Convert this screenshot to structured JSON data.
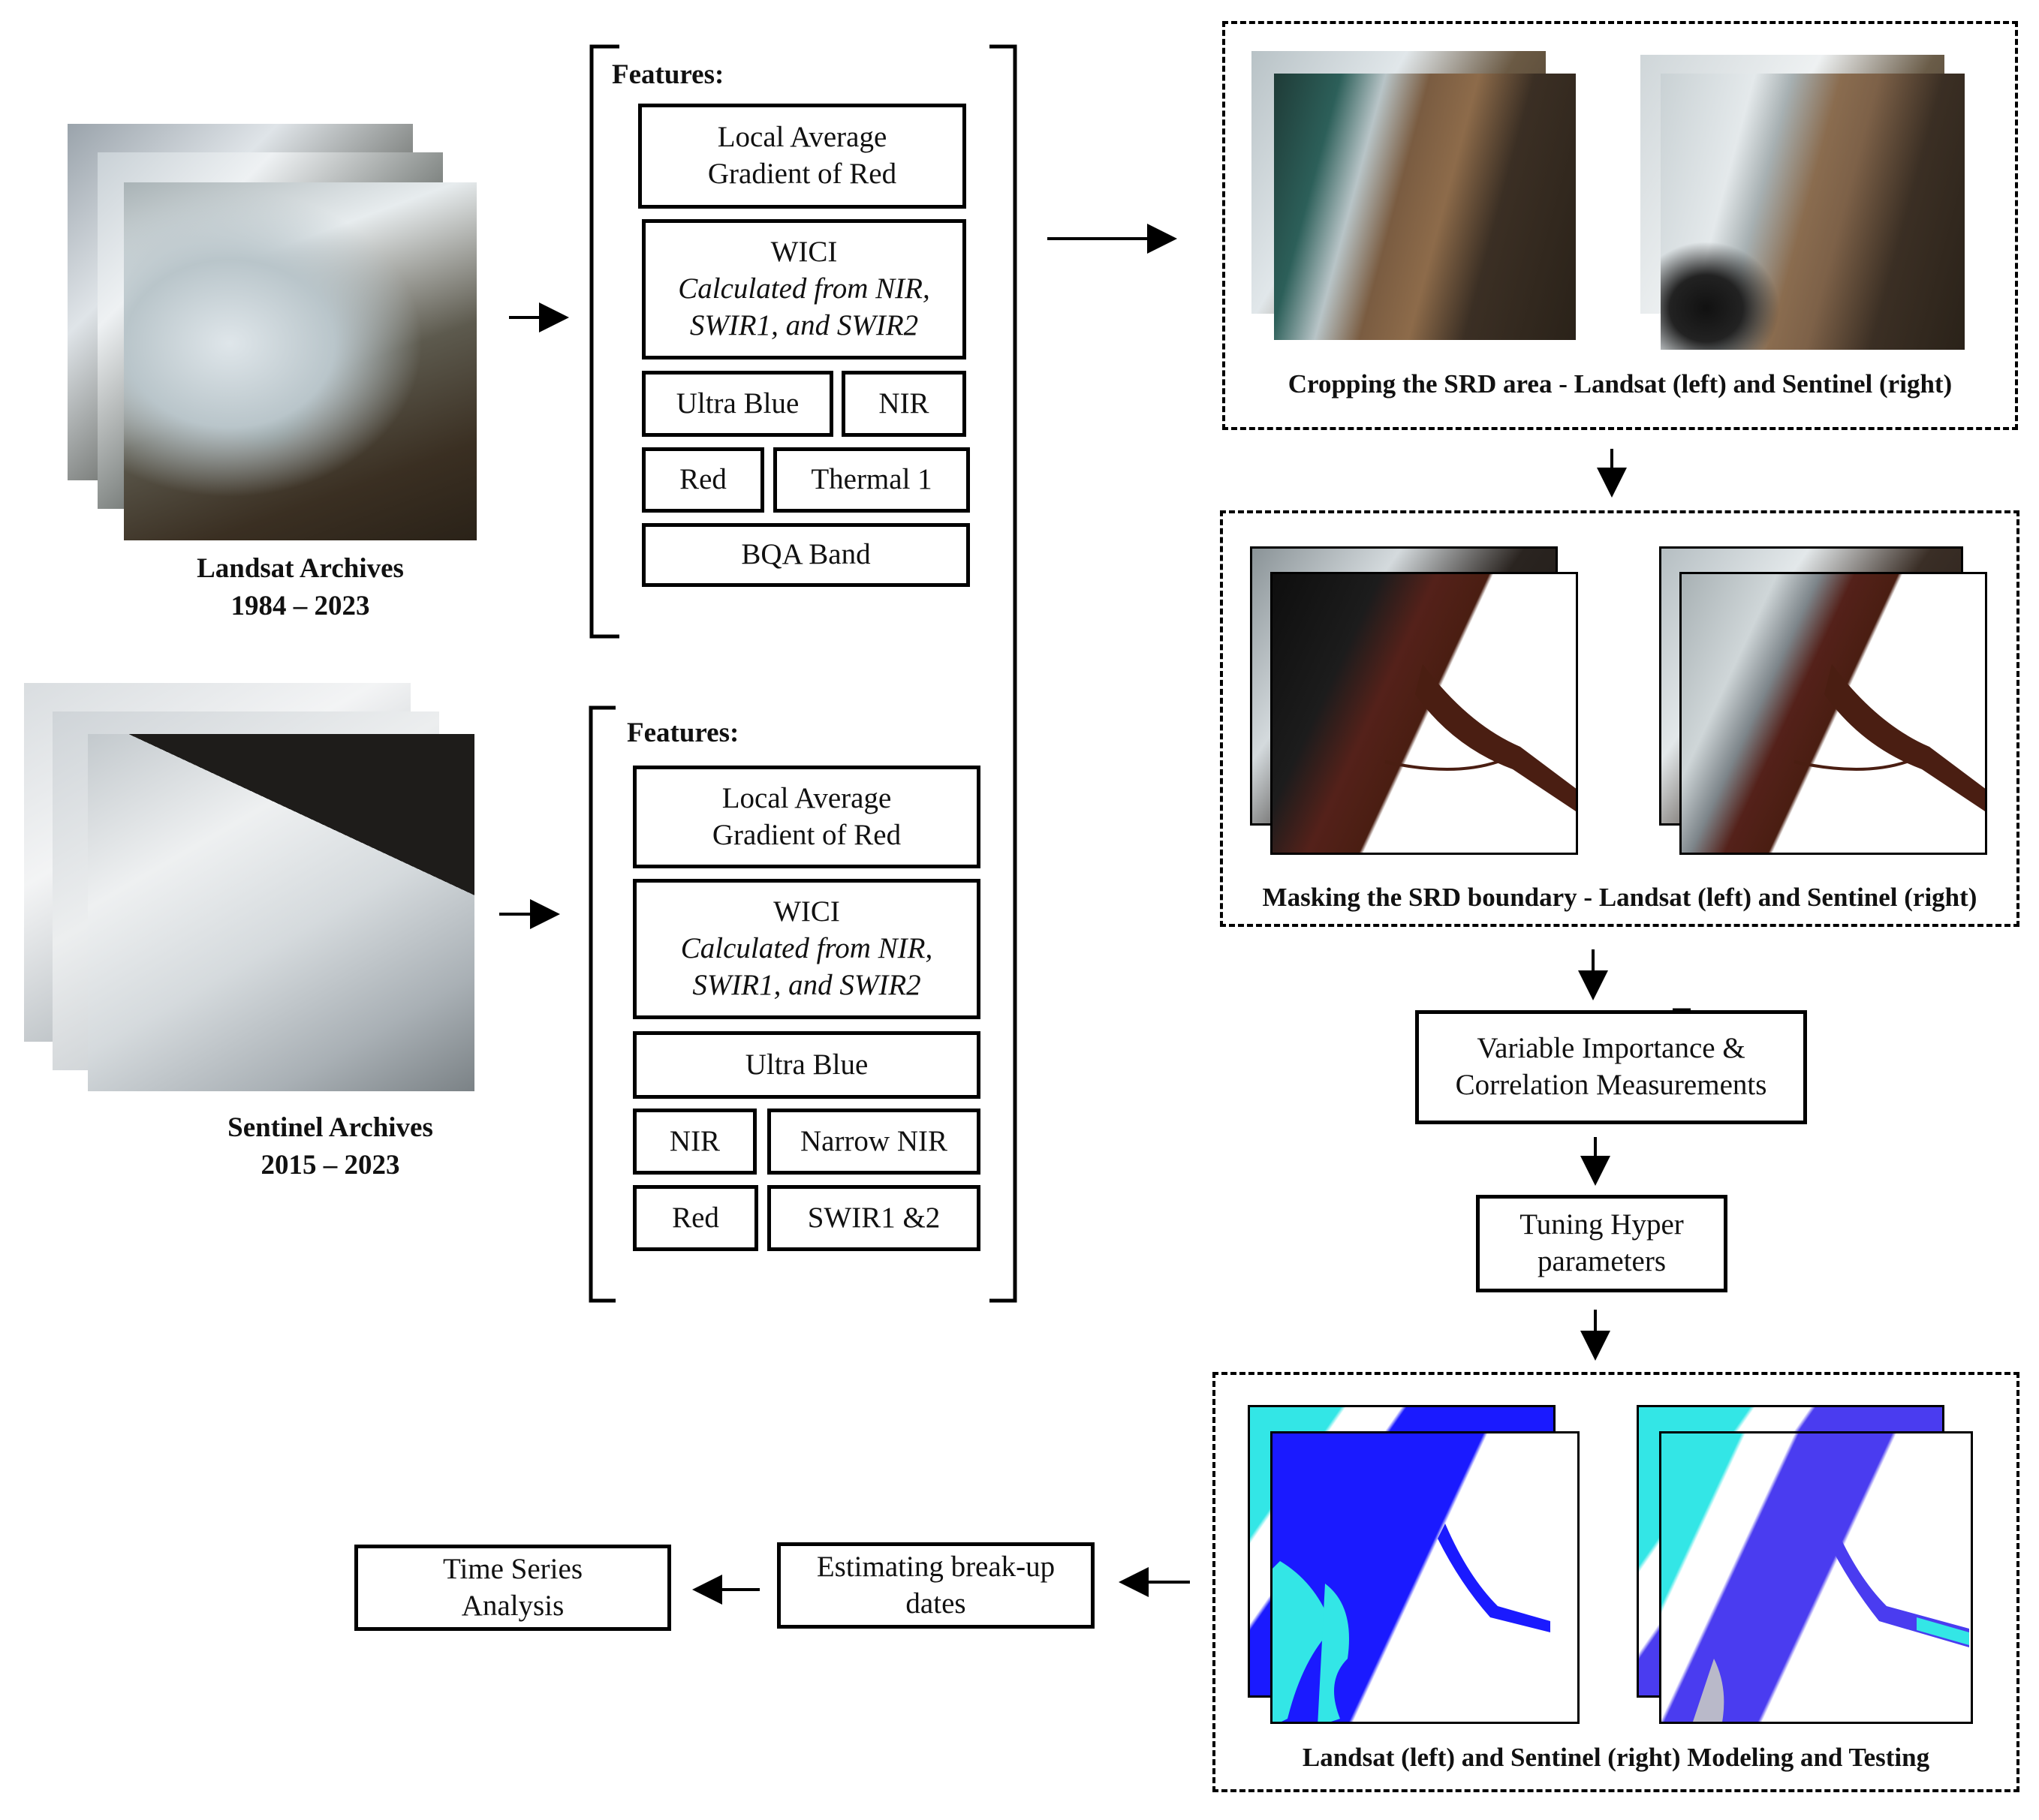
{
  "landsat_archive": {
    "title": "Landsat Archives",
    "years": "1984 – 2023"
  },
  "sentinel_archive": {
    "title": "Sentinel Archives",
    "years": "2015 – 2023"
  },
  "landsat_features": {
    "label": "Features:",
    "lag": "Local Average Gradient of Red",
    "wici_title": "WICI",
    "wici_desc": "Calculated from NIR, SWIR1, and SWIR2",
    "ultra_blue": "Ultra Blue",
    "nir": "NIR",
    "red": "Red",
    "thermal": "Thermal 1",
    "bqa": "BQA Band"
  },
  "sentinel_features": {
    "label": "Features:",
    "lag": "Local Average Gradient of Red",
    "wici_title": "WICI",
    "wici_desc": "Calculated from NIR, SWIR1, and SWIR2",
    "ultra_blue": "Ultra Blue",
    "nir": "NIR",
    "narrow_nir": "Narrow NIR",
    "red": "Red",
    "swir": "SWIR1 &2"
  },
  "steps": {
    "cropping": "Cropping  the SRD area - Landsat (left) and Sentinel (right)",
    "masking": "Masking the SRD boundary  - Landsat (left) and Sentinel (right)",
    "variable_importance": "Variable Importance & Correlation Measurements",
    "tuning": "Tuning Hyper parameters",
    "modeling": "Landsat (left) and Sentinel (right)  Modeling and Testing",
    "breakup": "Estimating break-up dates",
    "time_series": "Time Series Analysis"
  },
  "colors": {
    "water_blue": "#1a1aff",
    "ice_cyan": "#33e6e6",
    "mask_brown": "#4a1e12",
    "dark_land": "#2a2520",
    "ice_gray": "#c8cfd4"
  }
}
